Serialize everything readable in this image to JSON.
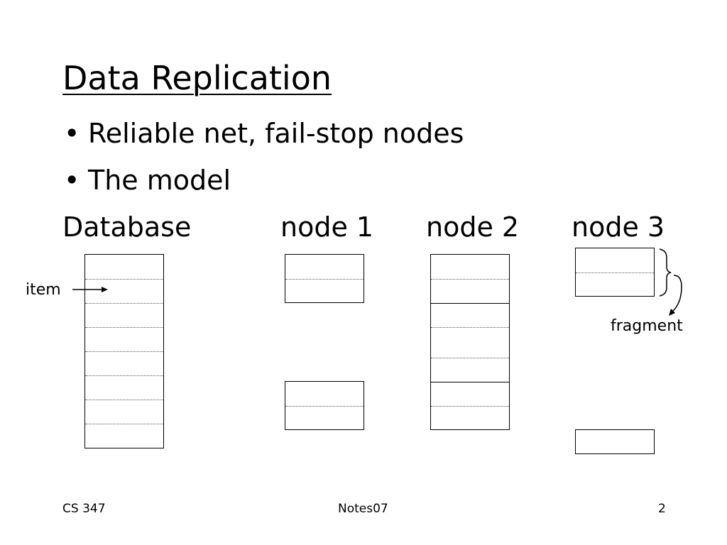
{
  "slide": {
    "title": "Data Replication",
    "bullets": [
      "Reliable net, fail-stop nodes",
      "The model"
    ],
    "bullet_symbol": "•",
    "columns": {
      "database": "Database",
      "node1": "node 1",
      "node2": "node 2",
      "node3": "node 3"
    },
    "labels": {
      "item": "item",
      "fragment": "fragment"
    },
    "footer": {
      "course": "CS 347",
      "notes": "Notes07",
      "page": "2"
    }
  }
}
